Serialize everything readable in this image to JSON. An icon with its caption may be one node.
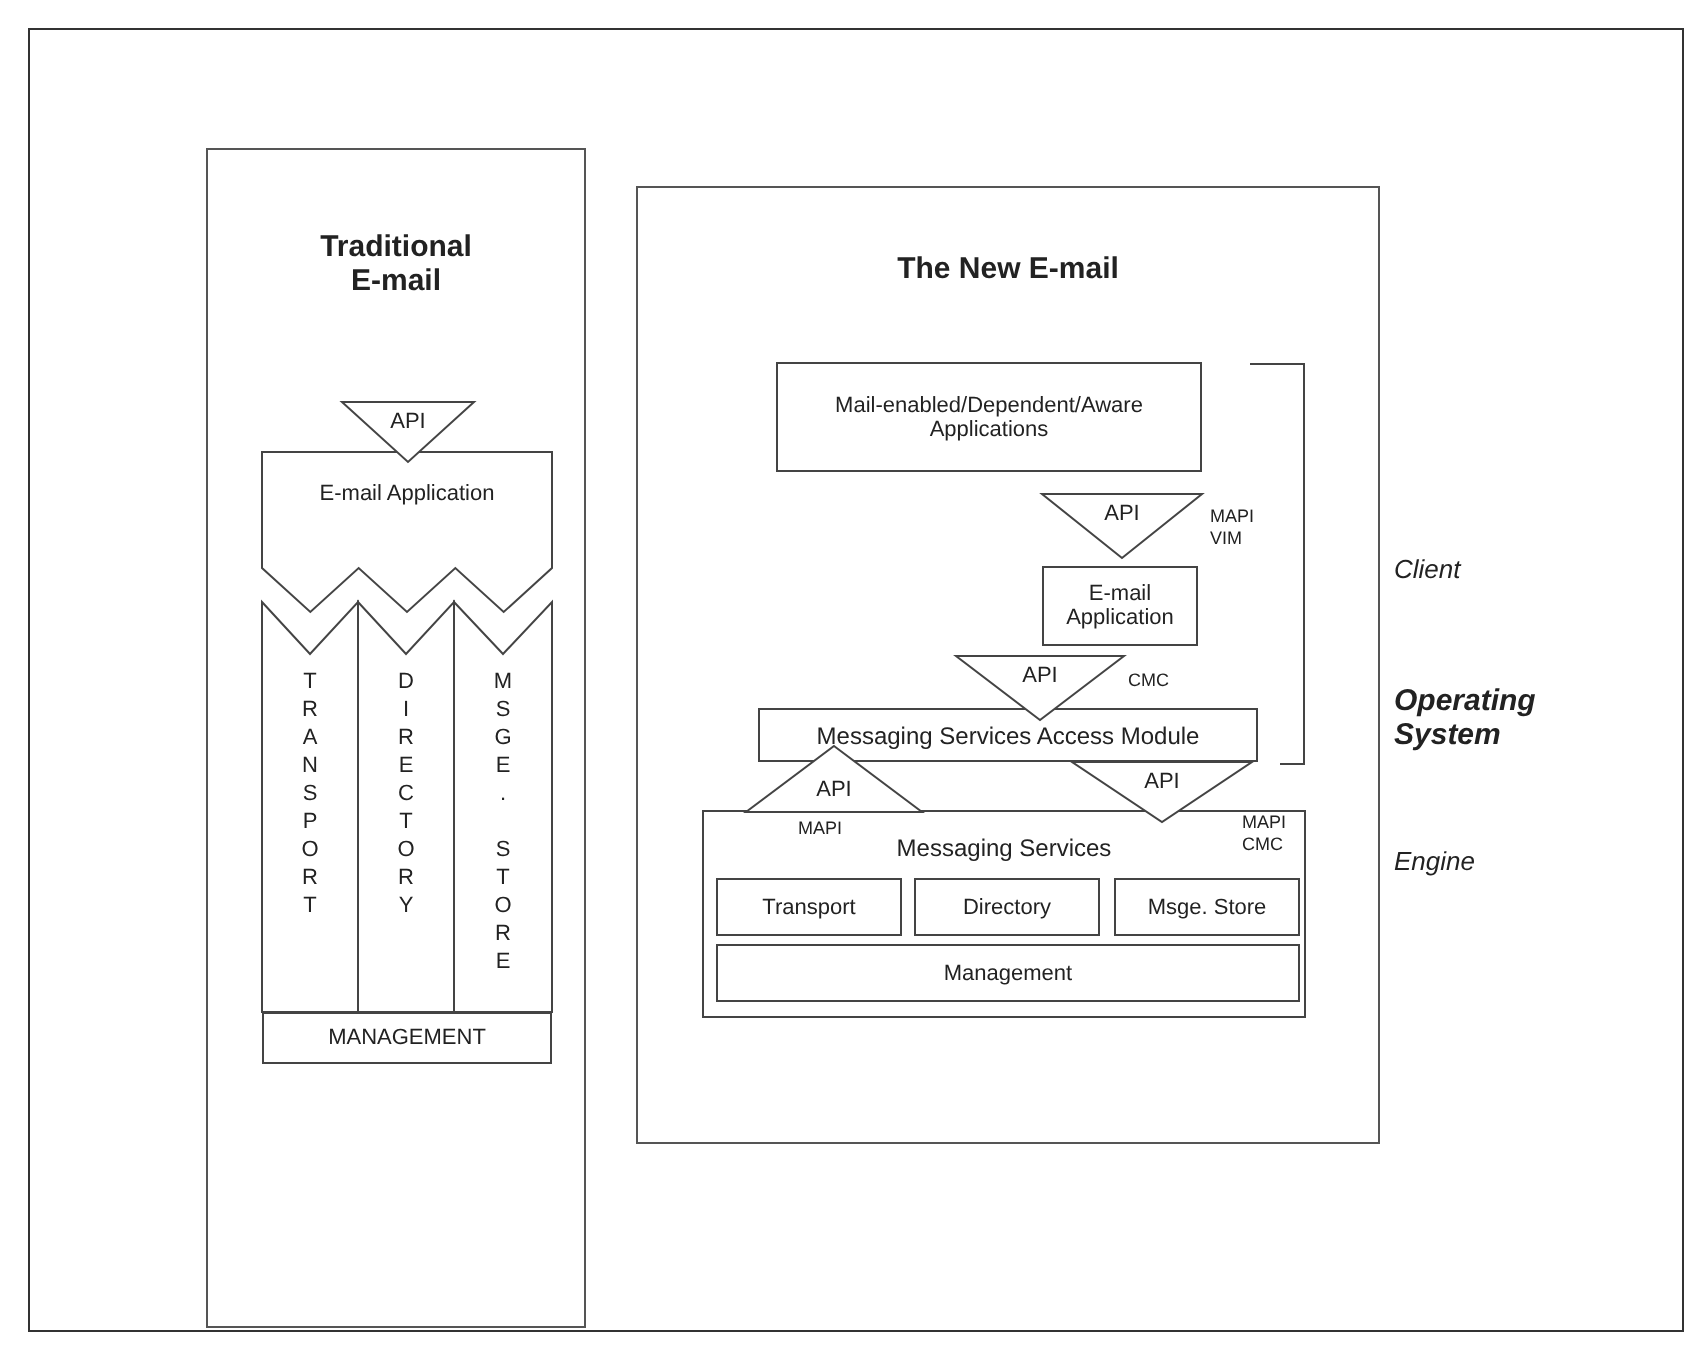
{
  "diagram": {
    "nodes": [
      {
        "text": [
          "Traditional E-mail"
        ]
      },
      {
        "text": [
          "API"
        ],
        "in": 0
      },
      {
        "text": [
          "E-mail Application"
        ],
        "in": 0
      },
      {
        "text": [
          "TRANSPORT"
        ],
        "in": 0
      },
      {
        "text": [
          "DIRECTORY"
        ],
        "in": 0
      },
      {
        "text": [
          "MSGE. STORE"
        ],
        "in": 0
      },
      {
        "text": [
          "MANAGEMENT"
        ],
        "in": 0
      },
      {
        "text": [
          "The New E-mail"
        ]
      },
      {
        "text": [
          "Mail-enabled/Dependent/Aware Applications"
        ],
        "in": 7
      },
      {
        "text": [
          "API"
        ],
        "in": 7,
        "beside": [
          "MAPI",
          "VIM"
        ]
      },
      {
        "text": [
          "E-mail Application"
        ],
        "in": 7
      },
      {
        "text": [
          "API"
        ],
        "in": 7,
        "beside": [
          "CMC"
        ]
      },
      {
        "text": [
          "Messaging Services Access Module"
        ],
        "in": 7
      },
      {
        "text": [
          "API"
        ],
        "in": 7,
        "beside": [
          "MAPI"
        ]
      },
      {
        "text": [
          "API"
        ],
        "in": 7,
        "beside": [
          "MAPI",
          "CMC"
        ]
      },
      {
        "text": [
          "Messaging Services"
        ],
        "in": 7
      },
      {
        "text": [
          "Transport"
        ],
        "in": 15
      },
      {
        "text": [
          "Directory"
        ],
        "in": 15
      },
      {
        "text": [
          "Msge. Store"
        ],
        "in": 15
      },
      {
        "text": [
          "Management"
        ],
        "in": 15
      }
    ],
    "edges": [],
    "labels": [
      "Client",
      "Operating System",
      "Engine"
    ]
  }
}
